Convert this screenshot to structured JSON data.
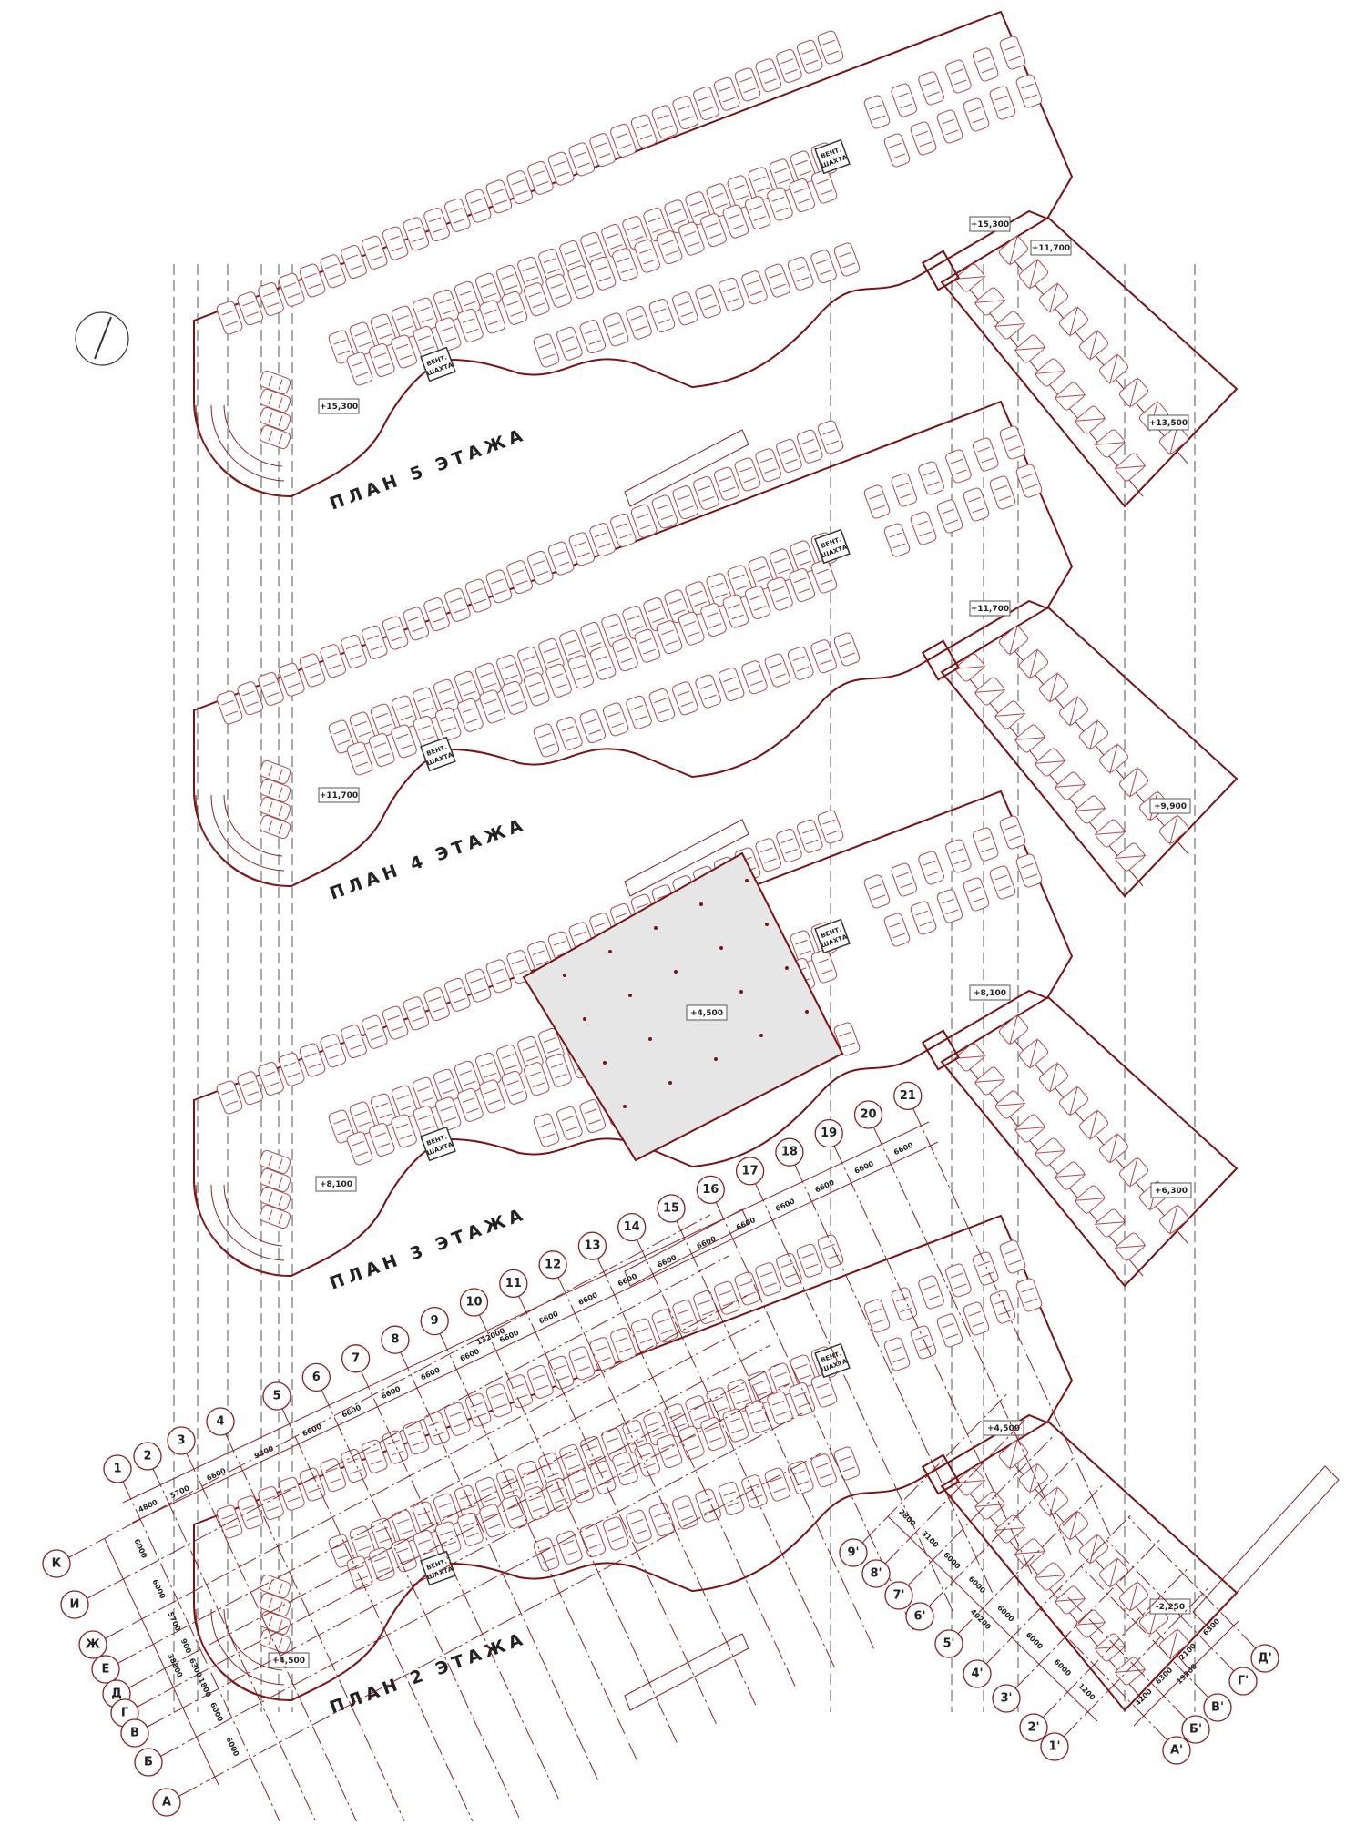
{
  "drawing": {
    "stroke_color": "#7a1414",
    "car_color": "#b0474a",
    "atrium_fill": "#e6e6e6",
    "compass_icon": "north-arrow-icon"
  },
  "floors": [
    {
      "title": "ПЛАН 5 ЭТАЖА",
      "marks": [
        "+15,300",
        "+15,300",
        "+11,700",
        "+13,500"
      ],
      "shaft": [
        "ВЕНТ.",
        "ШАХТА"
      ]
    },
    {
      "title": "ПЛАН 4 ЭТАЖА",
      "marks": [
        "+11,700",
        "+11,700",
        "+9,900"
      ],
      "shaft": [
        "ВЕНТ.",
        "ШАХТА"
      ]
    },
    {
      "title": "ПЛАН 3 ЭТАЖА",
      "marks": [
        "+8,100",
        "+4,500",
        "+8,100",
        "+6,300"
      ],
      "shaft": [
        "ВЕНТ.",
        "ШАХТА"
      ]
    },
    {
      "title": "ПЛАН 2 ЭТАЖА",
      "marks": [
        "+4,500",
        "+4,500",
        "-2,250"
      ],
      "shaft": [
        "ВЕНТ.",
        "ШАХТА"
      ]
    }
  ],
  "grid": {
    "number_axes": [
      "1",
      "2",
      "3",
      "4",
      "5",
      "6",
      "7",
      "8",
      "9",
      "10",
      "11",
      "12",
      "13",
      "14",
      "15",
      "16",
      "17",
      "18",
      "19",
      "20",
      "21"
    ],
    "number_dims": [
      "4800",
      "5700",
      "6600",
      "9300",
      "6600",
      "6600",
      "6600",
      "6600",
      "6600",
      "6600",
      "6600",
      "6600",
      "6600",
      "6600",
      "6600",
      "6600",
      "6600",
      "6600",
      "6600",
      "6600"
    ],
    "number_total": "132000",
    "letter_axes": [
      "К",
      "И",
      "Ж",
      "Е",
      "Д",
      "Г",
      "В",
      "Б",
      "А"
    ],
    "letter_dims": [
      "6000",
      "6000",
      "5700",
      "900",
      "6300",
      "1800",
      "6000",
      "6000"
    ],
    "letter_total": "38800",
    "prime_number_axes": [
      "9'",
      "8'",
      "7'",
      "6'",
      "5'",
      "4'",
      "3'",
      "2'",
      "1'"
    ],
    "prime_number_dims": [
      "2800",
      "3100",
      "6000",
      "6000",
      "6000",
      "6000",
      "6000",
      "1200"
    ],
    "prime_number_total": "40200",
    "prime_letter_axes": [
      "А'",
      "Б'",
      "В'",
      "Г'",
      "Д'"
    ],
    "prime_letter_dims": [
      "4200",
      "6300",
      "2100",
      "6300"
    ],
    "prime_letter_total": "19200"
  }
}
